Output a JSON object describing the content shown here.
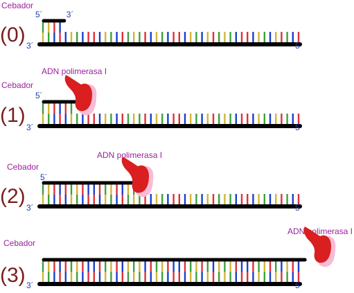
{
  "panels": [
    {
      "step": "(0)",
      "primer_label": "Cebador",
      "primer_5": "5´",
      "primer_3": "3´",
      "template_3": "3´",
      "template_5": "5´",
      "polymerase_label": ""
    },
    {
      "step": "(1)",
      "primer_label": "Cebador",
      "primer_5": "5´",
      "primer_3": "",
      "template_3": "3´",
      "template_5": "5´",
      "polymerase_label": "ADN polimerasa I"
    },
    {
      "step": "(2)",
      "primer_label": "Cebador",
      "primer_5": "5´",
      "primer_3": "",
      "template_3": "3´",
      "template_5": "5´",
      "polymerase_label": "ADN polimerasa I"
    },
    {
      "step": "(3)",
      "primer_label": "Cebador",
      "primer_5": "",
      "primer_3": "",
      "template_3": "3´",
      "template_5": "5´",
      "polymerase_label": "ADN polimerasa I"
    }
  ],
  "template_bases": [
    "A",
    "T",
    "C",
    "G",
    "C",
    "A",
    "T",
    "C",
    "G",
    "G",
    "C",
    "A",
    "T",
    "C",
    "G",
    "T",
    "A",
    "T",
    "G",
    "C",
    "A",
    "T",
    "C",
    "G",
    "G",
    "C",
    "A",
    "T",
    "C",
    "A",
    "G",
    "T",
    "A",
    "T",
    "C",
    "G",
    "G",
    "C",
    "A",
    "T",
    "C",
    "A",
    "G",
    "T",
    "C",
    "G"
  ],
  "primer_lengths": [
    4,
    6,
    17,
    46
  ],
  "colors": {
    "strand": "#000000",
    "base_A": "#d4b43a",
    "base_T": "#3ea03e",
    "base_C": "#1b3fcc",
    "base_G": "#e0303a",
    "label_purple": "#9a1f9a",
    "end_label_blue": "#1d3fb0",
    "step_label": "#7a1c1c",
    "polymerase_red": "#d91f1f",
    "polymerase_pink": "#f7bcd6"
  }
}
